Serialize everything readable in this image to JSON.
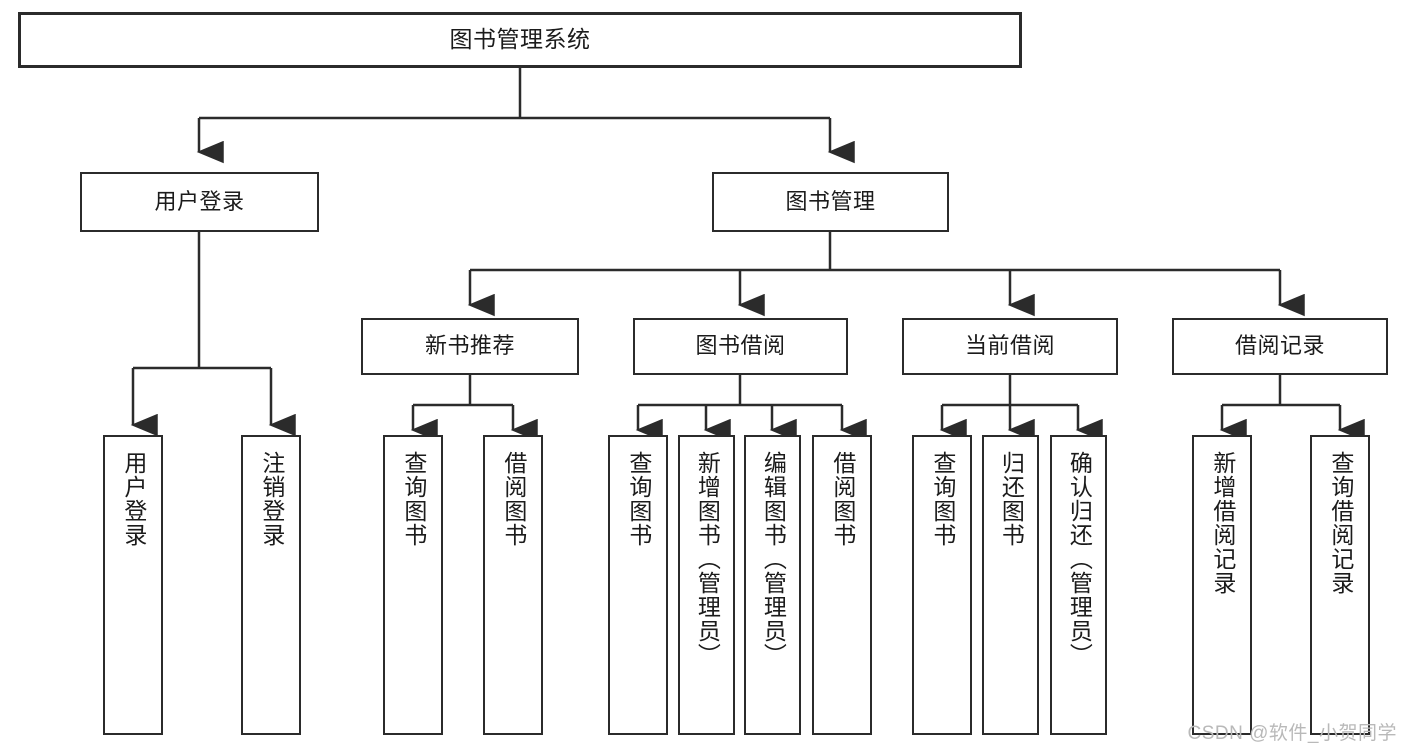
{
  "diagram": {
    "title": "图书管理系统",
    "watermark": "CSDN @软件_小贺同学",
    "line_color": "#2b2b2b",
    "box_fill": "#ffffff",
    "text_color": "#1b1b1b",
    "watermark_color": "#b9b9b9",
    "type": "tree-hierarchy-chart"
  },
  "nodes": {
    "root": {
      "label": "图书管理系统"
    },
    "level1": [
      {
        "label": "用户登录"
      },
      {
        "label": "图书管理"
      }
    ],
    "level2": [
      {
        "label": "新书推荐"
      },
      {
        "label": "图书借阅"
      },
      {
        "label": "当前借阅"
      },
      {
        "label": "借阅记录"
      }
    ],
    "leaves": {
      "user_login": [
        {
          "label": "用户登录"
        },
        {
          "label": "注销登录"
        }
      ],
      "new_book_recommend": [
        {
          "label": "查询图书"
        },
        {
          "label": "借阅图书"
        }
      ],
      "book_borrow": [
        {
          "label": "查询图书"
        },
        {
          "label": "新增图书（管理员）"
        },
        {
          "label": "编辑图书（管理员）"
        },
        {
          "label": "借阅图书"
        }
      ],
      "current_borrow": [
        {
          "label": "查询图书"
        },
        {
          "label": "归还图书"
        },
        {
          "label": "确认归还（管理员）"
        }
      ],
      "borrow_record": [
        {
          "label": "新增借阅记录"
        },
        {
          "label": "查询借阅记录"
        }
      ]
    }
  },
  "chart_data": {
    "type": "table",
    "title": "图书管理系统",
    "tree": {
      "name": "图书管理系统",
      "children": [
        {
          "name": "用户登录",
          "children": [
            {
              "name": "用户登录"
            },
            {
              "name": "注销登录"
            }
          ]
        },
        {
          "name": "图书管理",
          "children": [
            {
              "name": "新书推荐",
              "children": [
                {
                  "name": "查询图书"
                },
                {
                  "name": "借阅图书"
                }
              ]
            },
            {
              "name": "图书借阅",
              "children": [
                {
                  "name": "查询图书"
                },
                {
                  "name": "新增图书（管理员）"
                },
                {
                  "name": "编辑图书（管理员）"
                },
                {
                  "name": "借阅图书"
                }
              ]
            },
            {
              "name": "当前借阅",
              "children": [
                {
                  "name": "查询图书"
                },
                {
                  "name": "归还图书"
                },
                {
                  "name": "确认归还（管理员）"
                }
              ]
            },
            {
              "name": "借阅记录",
              "children": [
                {
                  "name": "新增借阅记录"
                },
                {
                  "name": "查询借阅记录"
                }
              ]
            }
          ]
        }
      ]
    }
  }
}
